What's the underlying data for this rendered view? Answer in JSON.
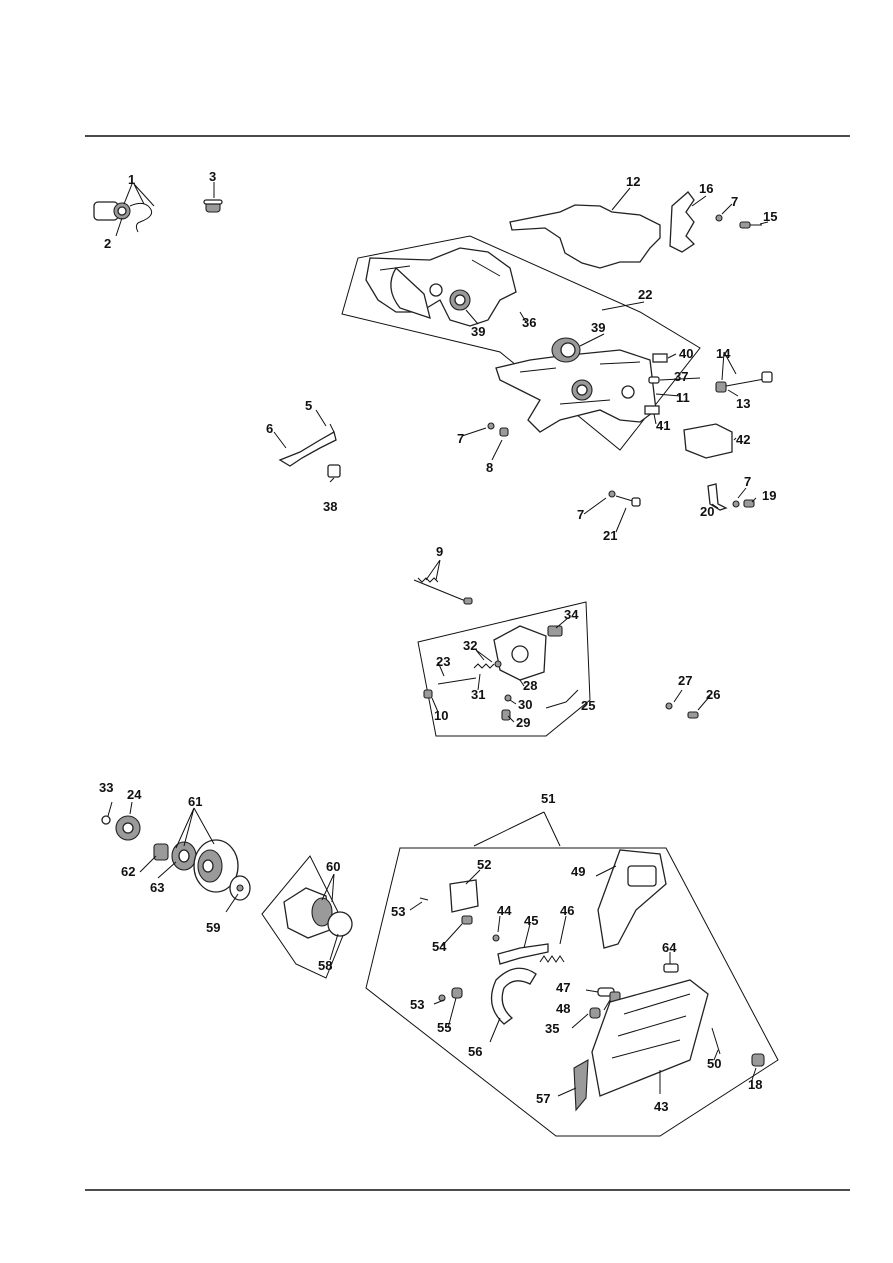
{
  "diagram": {
    "labels": [
      "1",
      "2",
      "3",
      "5",
      "6",
      "7",
      "8",
      "9",
      "10",
      "11",
      "12",
      "13",
      "14",
      "15",
      "16",
      "18",
      "19",
      "20",
      "21",
      "22",
      "23",
      "24",
      "25",
      "26",
      "27",
      "28",
      "29",
      "30",
      "31",
      "32",
      "33",
      "34",
      "35",
      "36",
      "37",
      "38",
      "39",
      "40",
      "41",
      "42",
      "43",
      "44",
      "45",
      "46",
      "47",
      "48",
      "49",
      "50",
      "51",
      "52",
      "53",
      "54",
      "55",
      "56",
      "57",
      "58",
      "59",
      "60",
      "61",
      "62",
      "63",
      "64"
    ]
  }
}
